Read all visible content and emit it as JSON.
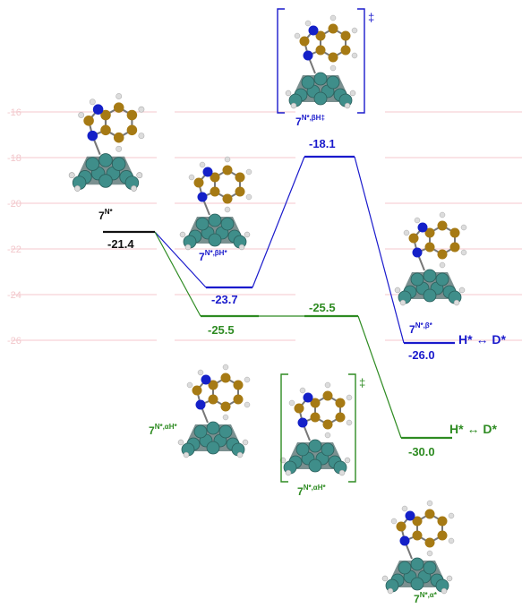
{
  "colors": {
    "neutral": "#111111",
    "beta": "#1a1acc",
    "alpha": "#2e8b22",
    "grid": "#f7d2d6",
    "tick": "#f0c4c8",
    "carbon": "#a67a14",
    "nitrogen": "#1420c8",
    "metal": "#3f8e8a",
    "hydrogen": "#dcdcdc",
    "bond": "#777777"
  },
  "axis": {
    "ticks": [
      "-16",
      "-18",
      "-20",
      "-22",
      "-24",
      "-26"
    ]
  },
  "chart_data": {
    "type": "energy-diagram",
    "levels": [
      {
        "id": "N",
        "label": "7N*",
        "value": -21.4,
        "value_text": "-21.4",
        "color": "neutral"
      },
      {
        "id": "NbH",
        "label": "7N*,βH*",
        "value": -23.7,
        "value_text": "-23.7",
        "color": "beta"
      },
      {
        "id": "NbH_TS",
        "label": "7N*,βH‡",
        "value": -18.1,
        "value_text": "-18.1",
        "color": "beta",
        "transition_state": true
      },
      {
        "id": "Nb",
        "label": "7N*,β*",
        "value": -26.0,
        "value_text": "-26.0",
        "color": "beta"
      },
      {
        "id": "NaH",
        "label": "7N*,αH*",
        "value": -25.5,
        "value_text": "-25.5",
        "color": "alpha"
      },
      {
        "id": "NaH_TS",
        "label": "7N*,αH*",
        "value": -25.5,
        "value_text": "-25.5",
        "color": "alpha",
        "transition_state": true
      },
      {
        "id": "Na",
        "label": "7N*,α*",
        "value": -30.0,
        "value_text": "-30.0",
        "color": "alpha"
      }
    ],
    "paths": [
      {
        "color": "beta",
        "sequence": [
          "N",
          "NbH",
          "NbH_TS",
          "Nb"
        ]
      },
      {
        "color": "alpha",
        "sequence": [
          "N",
          "NaH",
          "NaH_TS",
          "Na"
        ]
      }
    ],
    "annotations": [
      {
        "text": "H* ↔ D*",
        "near": "Nb",
        "color": "beta"
      },
      {
        "text": "H* ↔ D*",
        "near": "Na",
        "color": "alpha"
      }
    ],
    "ts_symbol": "‡"
  },
  "labels": {
    "N": {
      "base": "7",
      "sup": "N*"
    },
    "NbH": {
      "base": "7",
      "sup": "N*,βH*"
    },
    "NbH_TS": {
      "base": "7",
      "sup": "N*,βH‡"
    },
    "Nb": {
      "base": "7",
      "sup": "N*,β*"
    },
    "NaH": {
      "base": "7",
      "sup": "N*,αH*"
    },
    "NaH_TS": {
      "base": "7",
      "sup": "N*,αH*"
    },
    "Na": {
      "base": "7",
      "sup": "N*,α*"
    }
  },
  "hd_beta": "H* ↔ D*",
  "hd_alpha": "H* ↔ D*"
}
